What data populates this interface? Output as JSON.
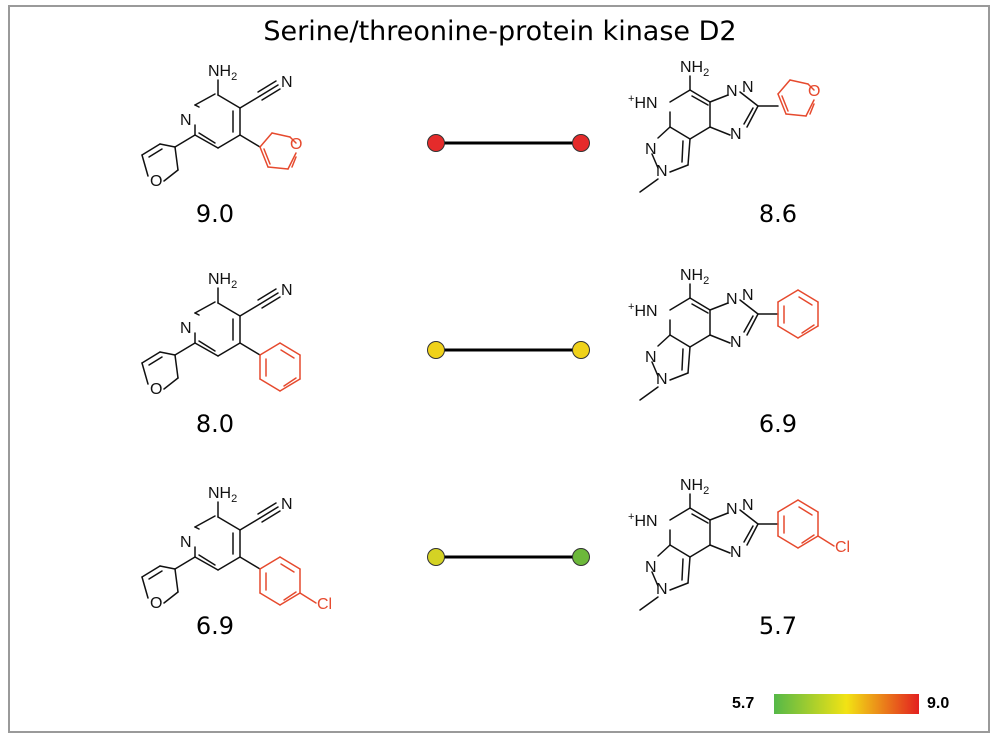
{
  "title": "Serine/threonine-protein kinase D2",
  "atoms": {
    "nh2": "NH",
    "two": "2",
    "n": "N",
    "o": "O",
    "hn": "HN",
    "plus": "+",
    "cl": "Cl"
  },
  "pairs": [
    {
      "left_value": "9.0",
      "right_value": "8.6",
      "left_color": "#e52b2b",
      "right_color": "#e52b2b",
      "substituent": "furan-2-yl"
    },
    {
      "left_value": "8.0",
      "right_value": "6.9",
      "left_color": "#f0d21a",
      "right_color": "#f0d21a",
      "substituent": "phenyl"
    },
    {
      "left_value": "6.9",
      "right_value": "5.7",
      "left_color": "#d4d224",
      "right_color": "#6cb83a",
      "substituent": "4-chlorophenyl"
    }
  ],
  "legend": {
    "min": "5.7",
    "max": "9.0",
    "colors": [
      "#55b848",
      "#f2e314",
      "#e32020"
    ]
  }
}
